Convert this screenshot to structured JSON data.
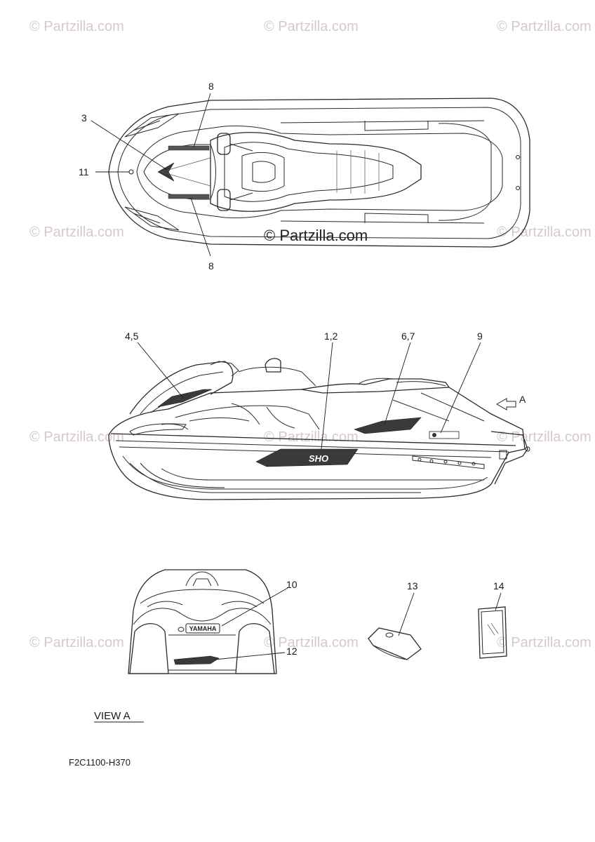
{
  "watermark": "© Partzilla.com",
  "callouts": {
    "c8_top": "8",
    "c3": "3",
    "c11": "11",
    "c8_bottom": "8",
    "c45": "4,5",
    "c12": "1,2",
    "c67": "6,7",
    "c9": "9",
    "cA": "A",
    "c10": "10",
    "c12b": "12",
    "c13": "13",
    "c14": "14"
  },
  "view_label": "VIEW A",
  "diagram_code": "F2C1100-H370",
  "decal_text": {
    "brand": "YAMAHA",
    "model": "SHO"
  }
}
